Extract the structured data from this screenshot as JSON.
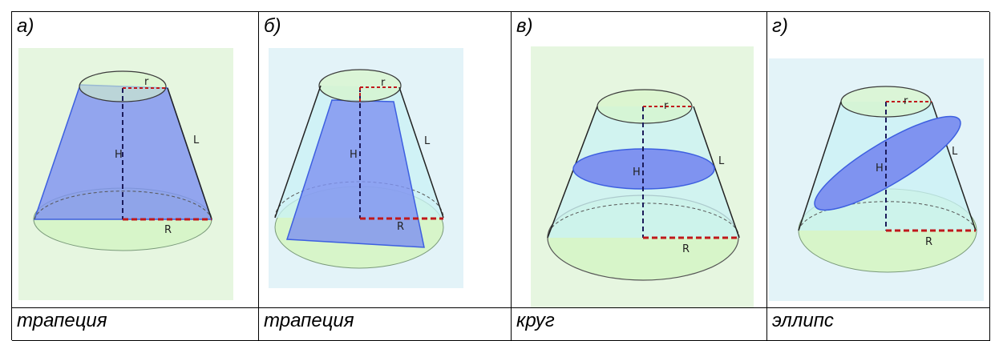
{
  "columns": [
    {
      "letter": "а)",
      "caption": "трапеция"
    },
    {
      "letter": "б)",
      "caption": "трапеция"
    },
    {
      "letter": "в)",
      "caption": "круг"
    },
    {
      "letter": "г)",
      "caption": "эллипс"
    }
  ],
  "labels": {
    "r": "r",
    "H": "H",
    "L": "L",
    "R": "R"
  },
  "colors": {
    "frame_green": "#e6f6e0",
    "frame_blue": "#e3f3f8",
    "base_green": "#d7f5c9",
    "cone_blue": "#c9f1f6",
    "section_blue": "#7f93f0",
    "dash_red": "#c0181b",
    "dash_dark": "#1b1b5a"
  }
}
